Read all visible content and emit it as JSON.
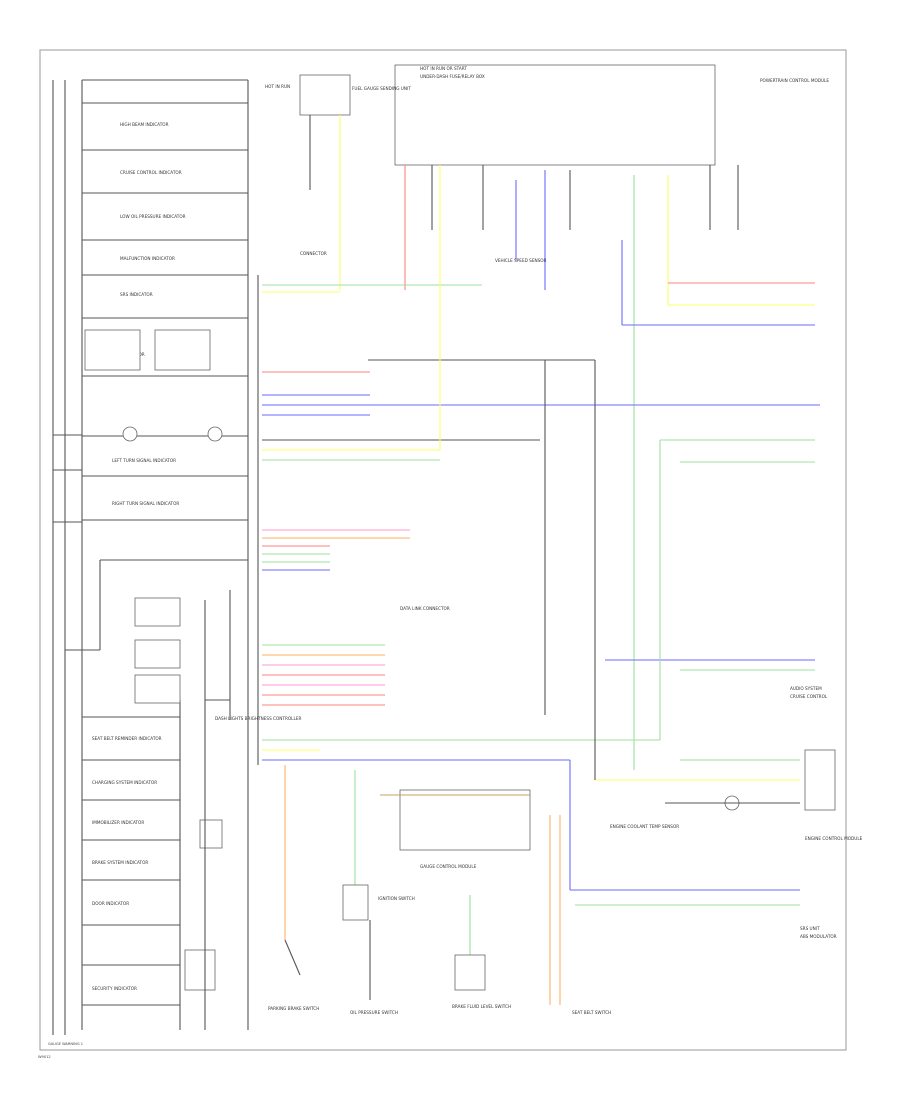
{
  "colors": {
    "red": "#ff8080",
    "yellow": "#ffff66",
    "blue": "#6b6bff",
    "green": "#9fe09f",
    "orange": "#ffb266",
    "pink": "#ff9ad0",
    "brown": "#c8a060",
    "dark": "#555555"
  },
  "footer": {
    "page_label": "GAUGE WARNING 1",
    "corner_label": "W9012"
  },
  "top_labels": [
    "HOT IN RUN",
    "FUEL GAUGE SENDING UNIT",
    "HOT IN RUN OR START",
    "UNDER-DASH FUSE/RELAY BOX",
    "CONNECTOR",
    "POWERTRAIN CONTROL MODULE"
  ],
  "left_indicators": [
    "HIGH BEAM INDICATOR",
    "CRUISE CONTROL INDICATOR",
    "LOW OIL PRESSURE INDICATOR",
    "MALFUNCTION INDICATOR",
    "SRS INDICATOR",
    "ABS INDICATOR",
    "LEFT TURN SIGNAL INDICATOR",
    "RIGHT TURN SIGNAL INDICATOR",
    "SEAT BELT REMINDER INDICATOR",
    "CHARGING SYSTEM INDICATOR",
    "IMMOBILIZER INDICATOR",
    "BRAKE SYSTEM INDICATOR",
    "DOOR INDICATOR",
    "SECURITY INDICATOR"
  ],
  "center_labels": [
    "GAUGE CONTROL MODULE",
    "IGNITION SWITCH",
    "DASH LIGHTS BRIGHTNESS CONTROLLER",
    "BRAKE FLUID LEVEL SWITCH",
    "PARKING BRAKE SWITCH",
    "OIL PRESSURE SWITCH",
    "SEAT BELT SWITCH",
    "VEHICLE SPEED SENSOR",
    "ENGINE COOLANT TEMP SENSOR",
    "DATA LINK CONNECTOR"
  ],
  "right_labels": [
    "AUDIO SYSTEM",
    "CRUISE CONTROL",
    "ENGINE CONTROL MODULE",
    "SRS UNIT",
    "ABS MODULATOR"
  ]
}
